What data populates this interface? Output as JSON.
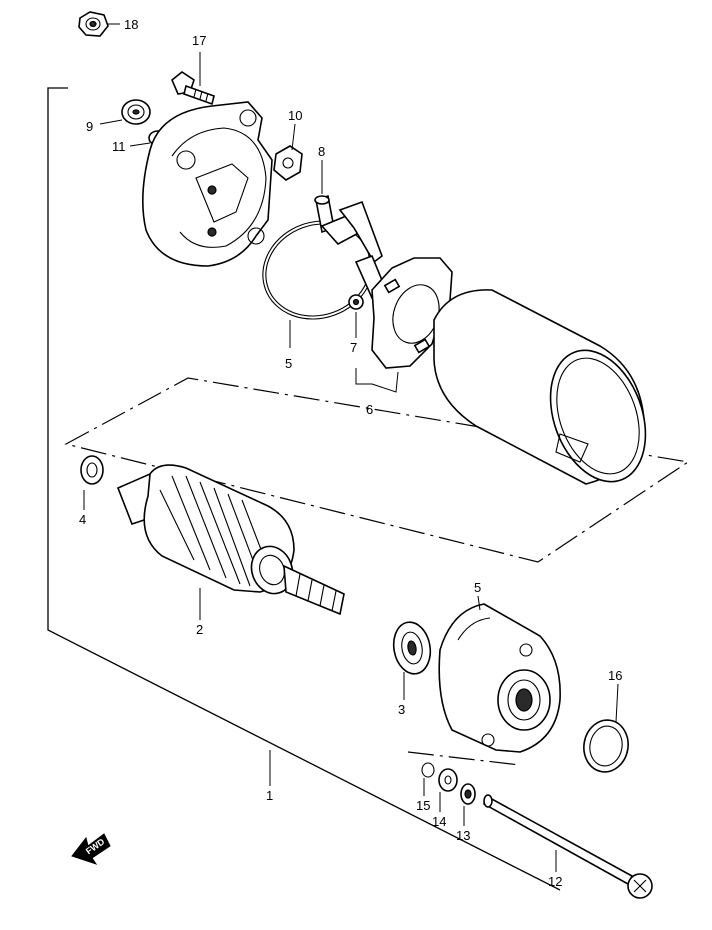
{
  "callouts": {
    "c18": "18",
    "c17": "17",
    "c9": "9",
    "c11": "11",
    "c10": "10",
    "c8": "8",
    "c5_top": "5",
    "c7": "7",
    "c6": "6",
    "c4": "4",
    "c2": "2",
    "c5_bottom": "5",
    "c3": "3",
    "c16": "16",
    "c1": "1",
    "c15": "15",
    "c14": "14",
    "c13": "13",
    "c12": "12"
  },
  "fwd_label": "FWD"
}
